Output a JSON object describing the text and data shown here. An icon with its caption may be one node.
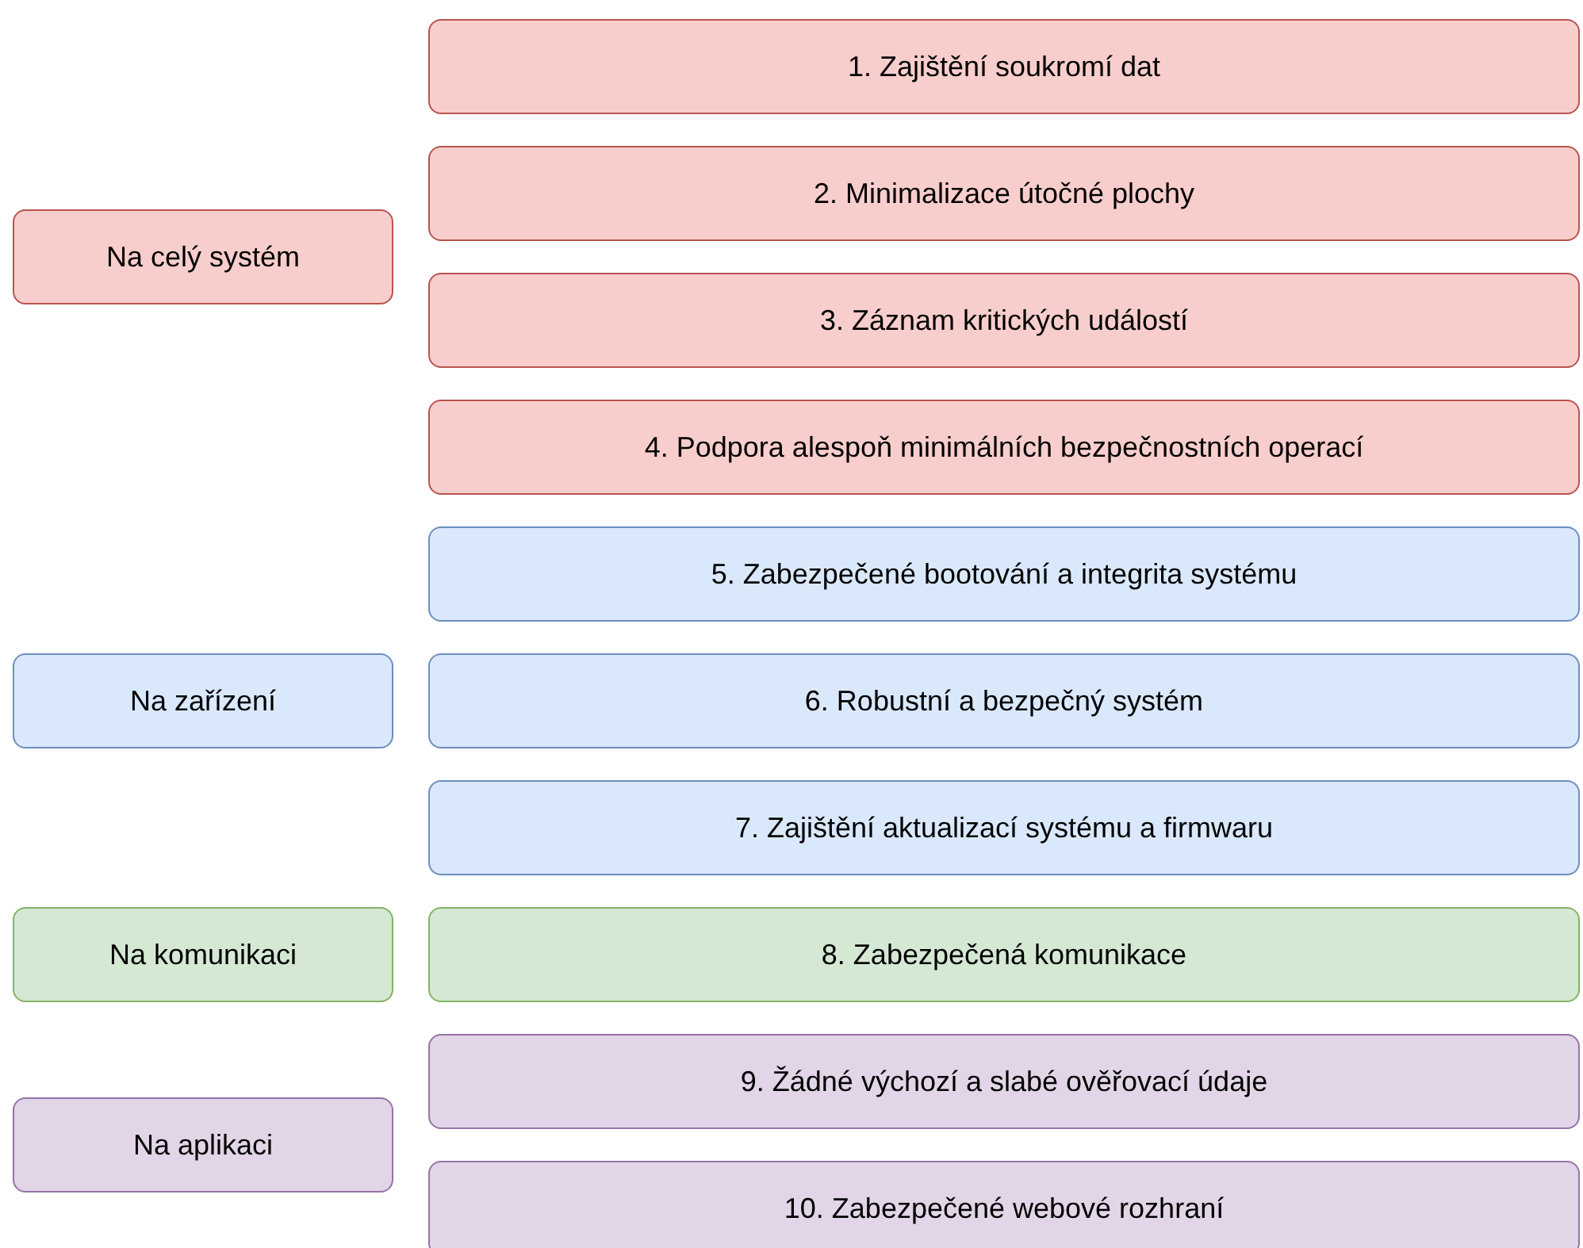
{
  "diagram": {
    "nodes": [
      {
        "text": [
          "Na celý systém"
        ]
      },
      {
        "text": [
          "1. Zajištění soukromí dat"
        ]
      },
      {
        "text": [
          "2. Minimalizace útočné plochy"
        ]
      },
      {
        "text": [
          "3. Záznam kritických událostí"
        ]
      },
      {
        "text": [
          "4. Podpora alespoň minimálních bezpečnostních operací"
        ]
      },
      {
        "text": [
          "Na zařízení"
        ]
      },
      {
        "text": [
          "5. Zabezpečené bootování a integrita systému"
        ]
      },
      {
        "text": [
          "6. Robustní a bezpečný systém"
        ]
      },
      {
        "text": [
          "7. Zajištění aktualizací systému a firmwaru"
        ]
      },
      {
        "text": [
          "Na komunikaci"
        ]
      },
      {
        "text": [
          "8. Zabezpečená komunikace"
        ]
      },
      {
        "text": [
          "Na aplikaci"
        ]
      },
      {
        "text": [
          "9. Žádné výchozí a slabé ověřovací údaje"
        ]
      },
      {
        "text": [
          "10. Zabezpečené webové rozhraní"
        ]
      }
    ]
  }
}
